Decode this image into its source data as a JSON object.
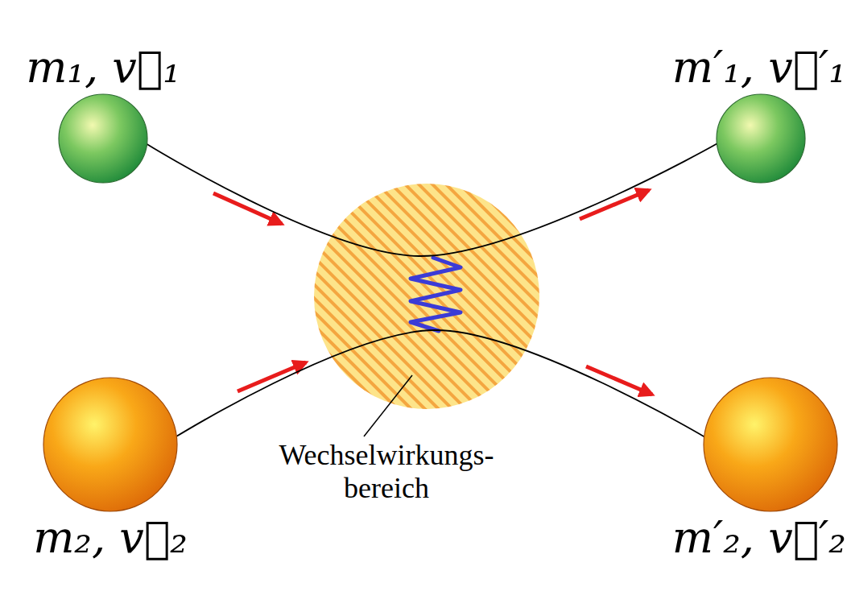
{
  "diagram": {
    "nodes": [
      {
        "text": [
          "m₁, v⃗₁"
        ]
      },
      {
        "text": [
          "m′₁, v⃗′₁"
        ]
      },
      {
        "text": [
          "m₂, v⃗₂"
        ]
      },
      {
        "text": [
          "m′₂, v⃗′₂"
        ]
      }
    ],
    "edges": [
      {
        "from": 0,
        "to": 1,
        "arrow": "none"
      },
      {
        "from": 2,
        "to": 3,
        "arrow": "none"
      }
    ],
    "labels": [
      "Wechselwirkungs- bereich"
    ]
  }
}
